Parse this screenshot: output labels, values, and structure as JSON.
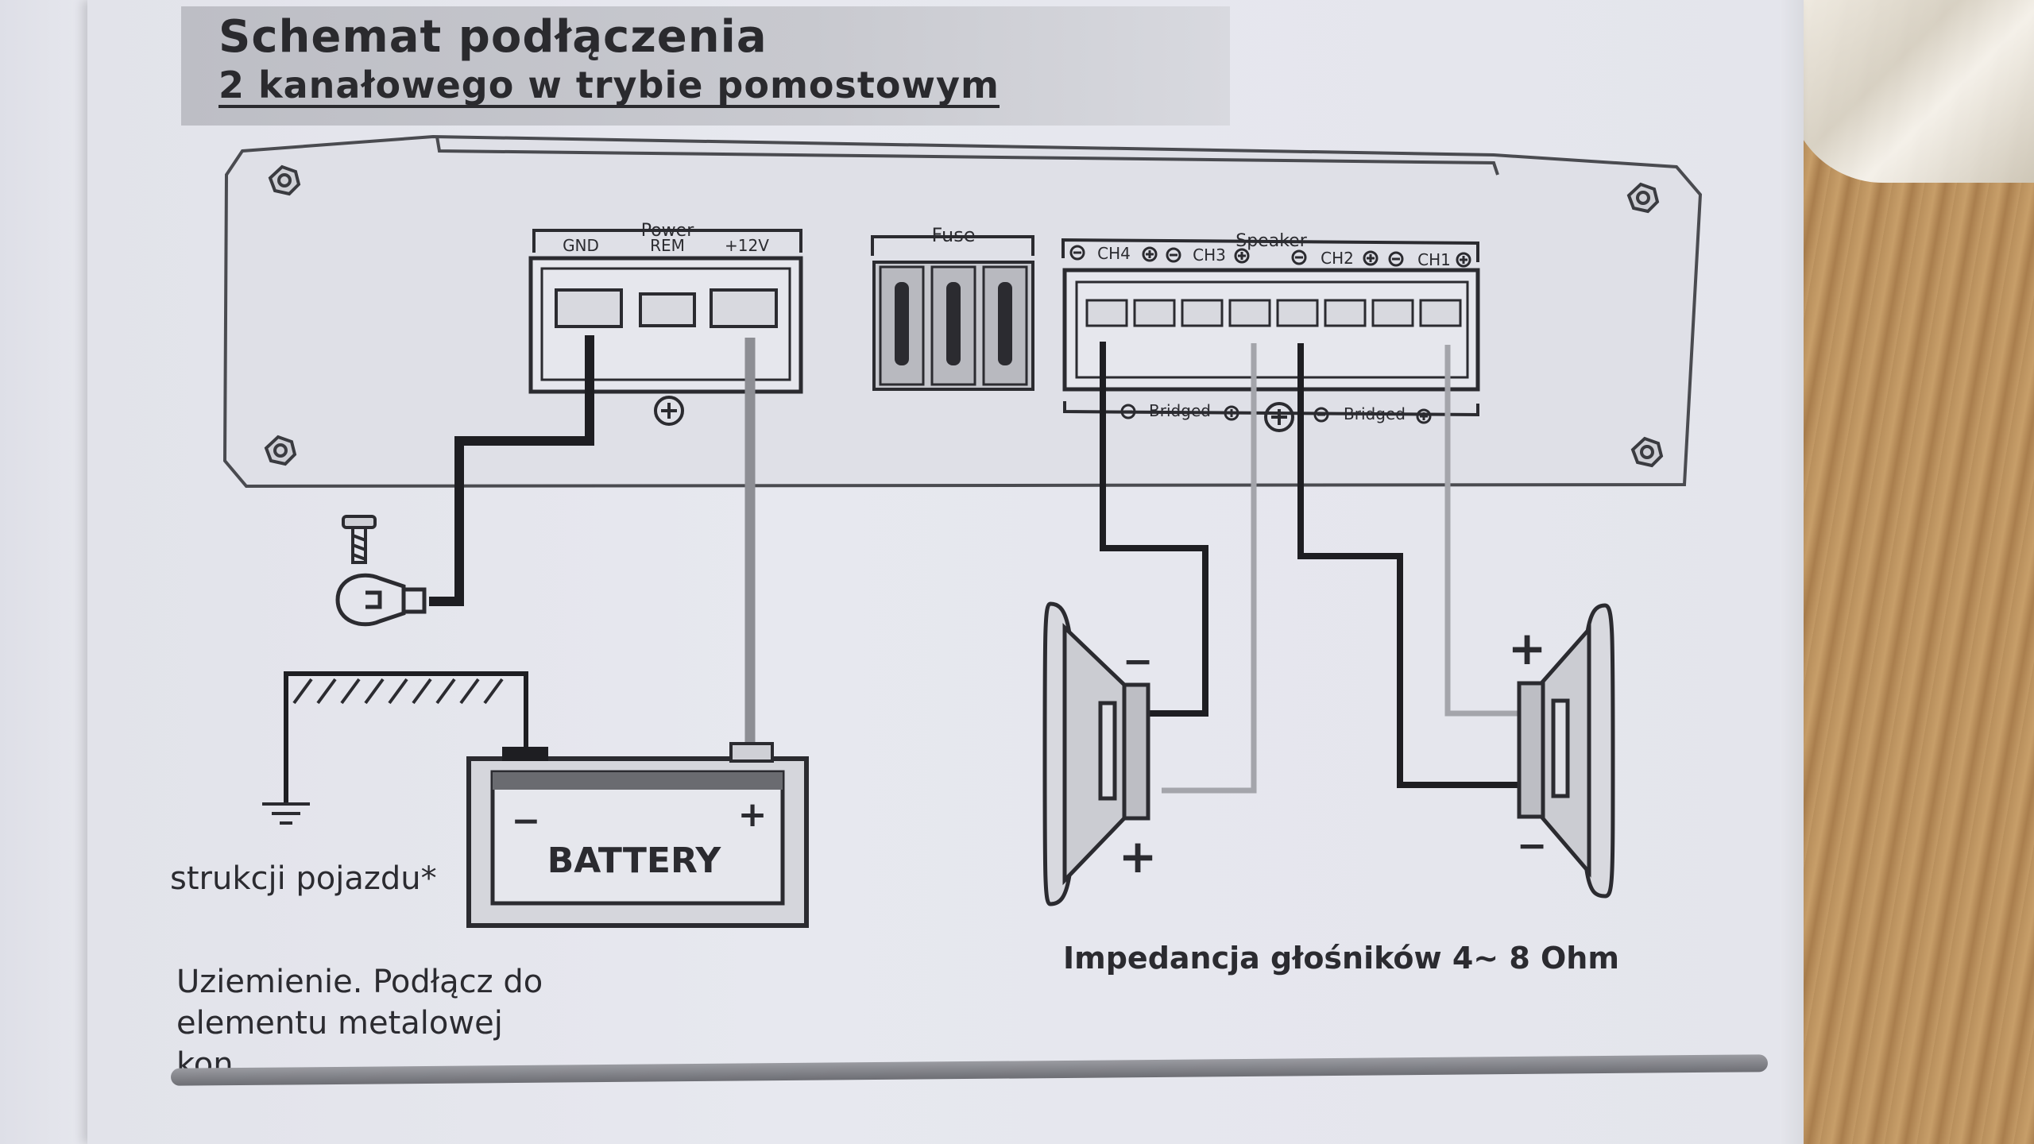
{
  "header": {
    "title": "Schemat podłączenia",
    "subtitle": "2 kanałowego w trybie pomostowym"
  },
  "amplifier": {
    "power": {
      "group_label": "Power",
      "terminals": [
        "GND",
        "REM",
        "+12V"
      ]
    },
    "fuse_label": "Fuse",
    "speaker": {
      "group_label": "Speaker",
      "channels": [
        "CH4",
        "CH3",
        "CH2",
        "CH1"
      ],
      "bridged_label": "Bridged"
    }
  },
  "battery": {
    "label": "BATTERY",
    "minus": "−",
    "plus": "+"
  },
  "speakers": {
    "left": {
      "top_sign": "−",
      "bottom_sign": "+"
    },
    "right": {
      "top_sign": "+",
      "bottom_sign": "−"
    }
  },
  "captions": {
    "chassis": "strukcji pojazdu*",
    "ground_line1": "Uziemienie. Podłącz do",
    "ground_line2": "elementu metalowej",
    "ground_line3": "kon",
    "impedance": "Impedancja głośników  4~ 8 Ohm"
  },
  "colors": {
    "wire_dark": "#1e1e22",
    "wire_light": "#9c9da3",
    "ink": "#2b2b30",
    "paper": "#e4e5ec"
  }
}
